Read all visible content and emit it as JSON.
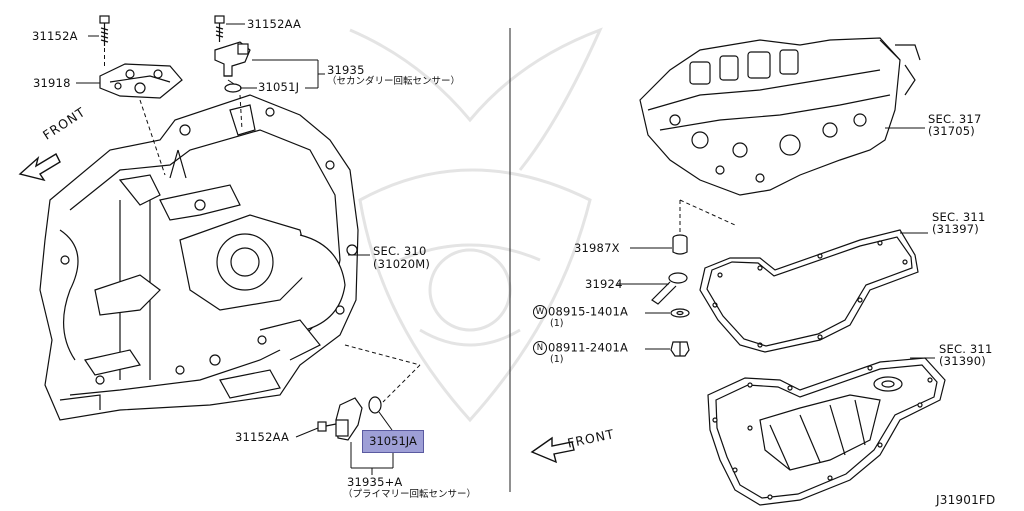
{
  "diagram": {
    "drawing_code": "J31901FD",
    "left_panel": {
      "front_label": "FRONT",
      "parts": {
        "bolt_top_left": "31152A",
        "bolt_top_right": "31152AA",
        "bracket": "31918",
        "secondary_sensor": "31935",
        "secondary_sensor_note": "（セカンダリー回転センサー）",
        "secondary_oring": "31051J",
        "transaxle_sec": "SEC. 310",
        "transaxle_ref": "(31020M)",
        "bolt_bottom": "31152AA",
        "primary_oring": "31051JA",
        "primary_sensor": "31935+A",
        "primary_sensor_note": "（プライマリー回転センサー）"
      }
    },
    "right_panel": {
      "front_label": "FRONT",
      "parts": {
        "control_valve_sec": "SEC. 317",
        "control_valve_ref": "(31705)",
        "gasket_sec": "SEC. 311",
        "gasket_ref": "(31397)",
        "oil_pan_sec": "SEC. 311",
        "oil_pan_ref": "(31390)",
        "magnet": "31987X",
        "clip": "31924",
        "washer_symbol": "W",
        "washer": "08915-1401A",
        "washer_qty": "(1)",
        "nut_symbol": "N",
        "nut": "08911-2401A",
        "nut_qty": "(1)"
      }
    },
    "highlight_color": "#9e9fd6"
  }
}
